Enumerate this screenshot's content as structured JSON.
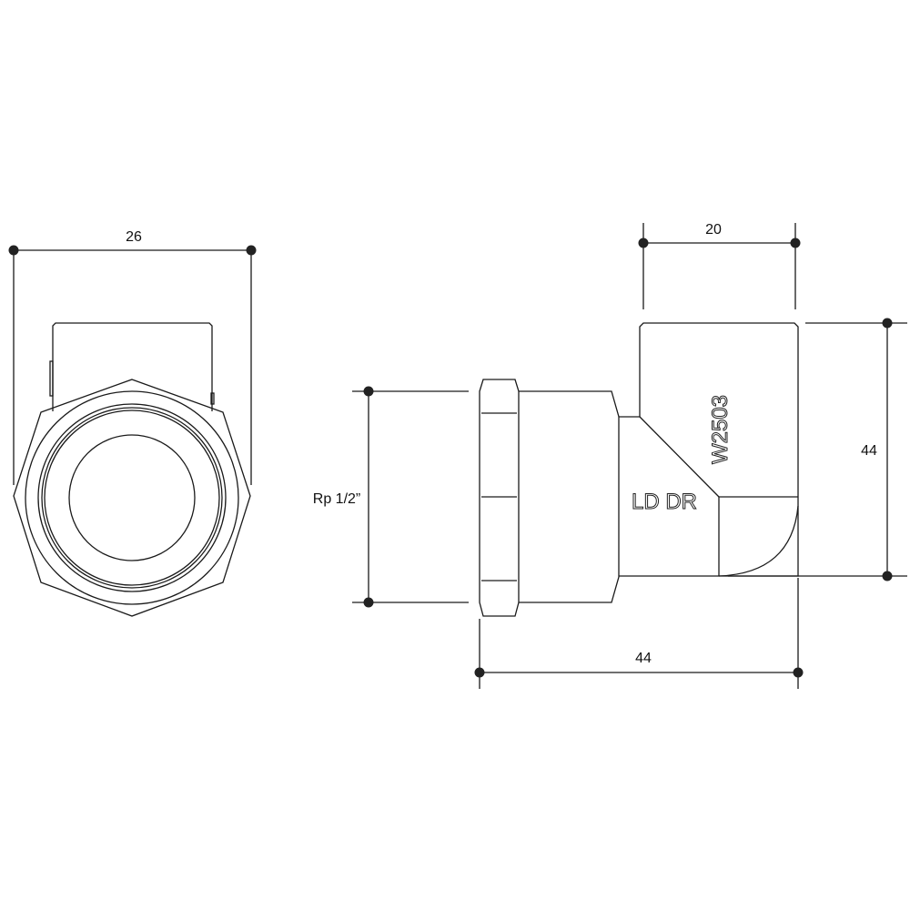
{
  "front_view": {
    "width_dimension": "26"
  },
  "side_view": {
    "top_width_dimension": "20",
    "height_dimension": "44",
    "thread_dimension": "Rp 1/2”",
    "length_dimension": "44",
    "marking_brand": "LD DR",
    "marking_code": "W2503"
  },
  "colors": {
    "line": "#1a1a1a",
    "background": "#ffffff"
  }
}
